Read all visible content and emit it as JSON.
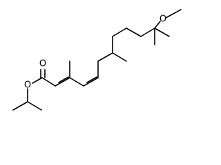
{
  "structure": {
    "atoms": {
      "ester_carbonyl_oxygen": "O",
      "ester_alkoxy_oxygen": "O",
      "ether_oxygen": "O"
    },
    "colors": {
      "bond": "#000000",
      "background": "#ffffff"
    }
  }
}
